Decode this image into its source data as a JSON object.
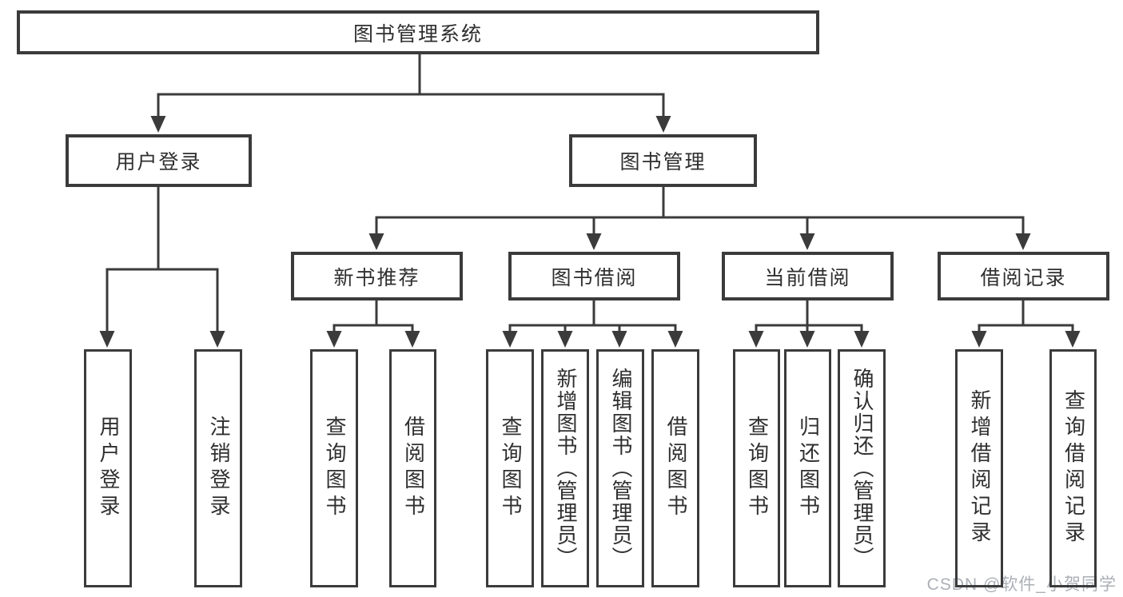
{
  "colors": {
    "line": "#3b3b3b",
    "text": "#2f2f2f",
    "watermark": "#abb0b6",
    "background": "#ffffff"
  },
  "watermark": {
    "text": "CSDN @软件_小贺同学"
  },
  "tree": {
    "root": {
      "label": "图书管理系统"
    },
    "login": {
      "label": "用户登录",
      "leaves": [
        {
          "label": "用户登录"
        },
        {
          "label": "注销登录"
        }
      ]
    },
    "management": {
      "label": "图书管理",
      "sections": [
        {
          "label": "新书推荐",
          "leaves": [
            {
              "label": "查询图书"
            },
            {
              "label": "借阅图书"
            }
          ]
        },
        {
          "label": "图书借阅",
          "leaves": [
            {
              "label": "查询图书"
            },
            {
              "label": "新增图书（管理员）"
            },
            {
              "label": "编辑图书（管理员）"
            },
            {
              "label": "借阅图书"
            }
          ]
        },
        {
          "label": "当前借阅",
          "leaves": [
            {
              "label": "查询图书"
            },
            {
              "label": "归还图书"
            },
            {
              "label": "确认归还（管理员）"
            }
          ]
        },
        {
          "label": "借阅记录",
          "leaves": [
            {
              "label": "新增借阅记录"
            },
            {
              "label": "查询借阅记录"
            }
          ]
        }
      ]
    }
  }
}
